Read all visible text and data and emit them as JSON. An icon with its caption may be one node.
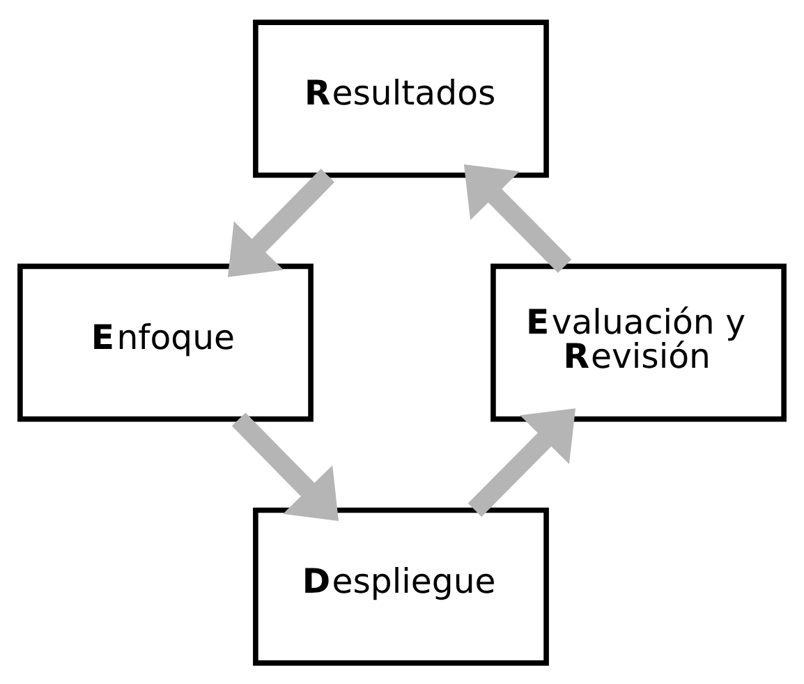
{
  "diagram": {
    "nodes": [
      {
        "text": [
          "**R**esultados"
        ]
      },
      {
        "text": [
          "**E**nfoque"
        ]
      },
      {
        "text": [
          "**D**espliegue"
        ]
      },
      {
        "text": [
          "**E**valuación y **R**evisión"
        ]
      }
    ],
    "edges": [
      {
        "from": 0,
        "to": 1,
        "arrow": "to"
      },
      {
        "from": 1,
        "to": 2,
        "arrow": "to"
      },
      {
        "from": 2,
        "to": 3,
        "arrow": "to"
      },
      {
        "from": 3,
        "to": 0,
        "arrow": "to"
      }
    ]
  }
}
